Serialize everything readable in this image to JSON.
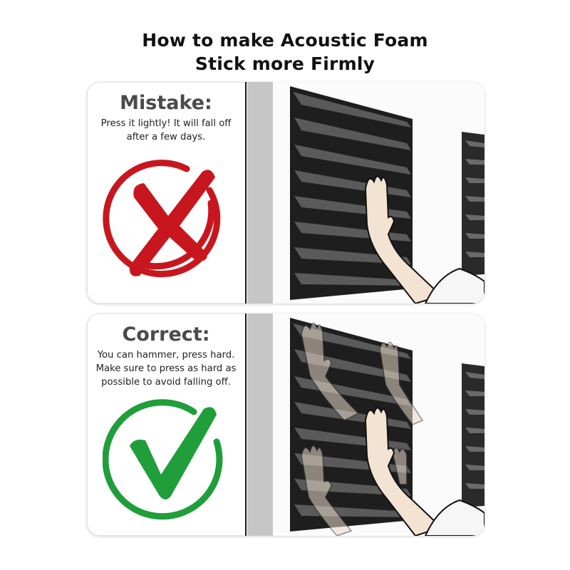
{
  "title": {
    "line1": "How to make Acoustic Foam",
    "line2": "Stick more Firmly"
  },
  "panels": [
    {
      "heading": "Mistake:",
      "description_lines": [
        "Press it lightly! It will fall off",
        "after a few days."
      ],
      "icon": "x-circle-icon",
      "icon_color": "#c8161e",
      "illustration": "single-hand-light-press-on-foam-panel"
    },
    {
      "heading": "Correct:",
      "description_lines": [
        "You can hammer, press hard.",
        "Make sure to press as hard as",
        "possible to avoid falling off."
      ],
      "icon": "check-circle-icon",
      "icon_color": "#1f9e3a",
      "illustration": "multiple-hands-firm-press-on-foam-panel"
    }
  ],
  "colors": {
    "heading_text": "#4a4a4a",
    "foam_dark": "#1e1e1e",
    "foam_ridge": "#5a5a5a",
    "wall_bar": "#c6c6c6",
    "skin": "#f3e3d3"
  }
}
